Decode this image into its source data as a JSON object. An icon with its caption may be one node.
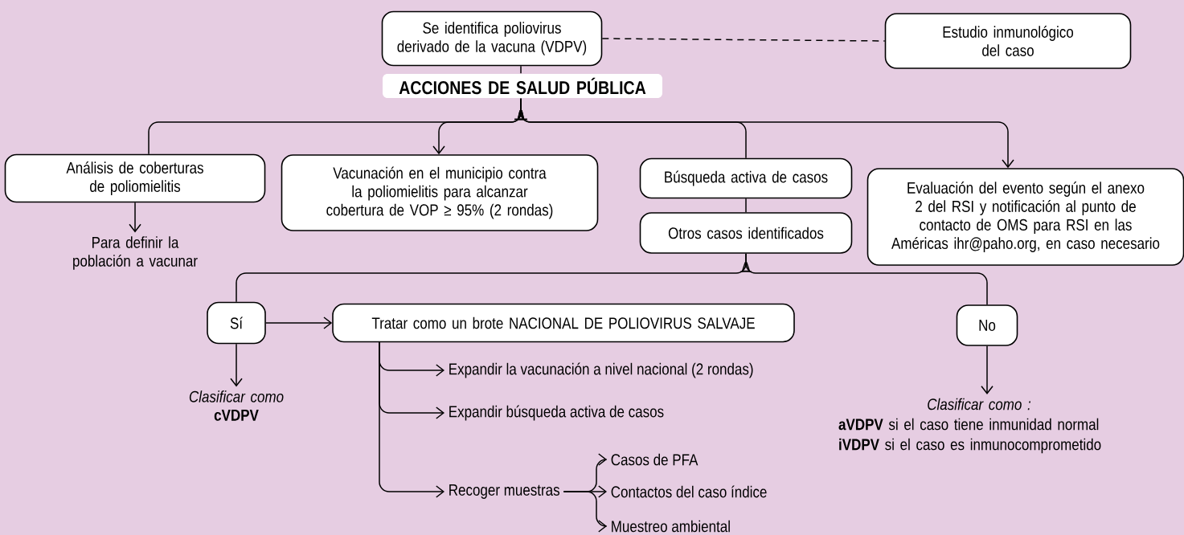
{
  "diagram": {
    "nodes": [
      {
        "text": [
          "Se identifica poliovirus derivado de la vacuna (VDPV)"
        ]
      },
      {
        "text": [
          "Estudio inmunológico del caso"
        ]
      },
      {
        "text": [
          "ACCIONES DE SALUD PÚBLICA"
        ]
      },
      {
        "text": [
          "Análisis de coberturas de poliomielitis"
        ]
      },
      {
        "text": [
          "Para definir la población a vacunar"
        ]
      },
      {
        "text": [
          "Vacunación en el municipio contra la poliomielitis para alcanzar cobertura de VOP ≥ 95% (2 rondas)"
        ]
      },
      {
        "text": [
          "Búsqueda activa de casos"
        ]
      },
      {
        "text": [
          "Otros casos identificados"
        ]
      },
      {
        "text": [
          "Evaluación del evento según el anexo 2 del RSI y notificación al punto de contacto de OMS para RSI en las Américas ihr@paho.org, en caso necesario"
        ]
      },
      {
        "text": [
          "Sí"
        ]
      },
      {
        "text": [
          "Tratar como un brote NACIONAL DE POLIOVIRUS SALVAJE"
        ]
      },
      {
        "text": [
          "No"
        ]
      },
      {
        "text": [
          "Clasificar como",
          "cVDPV"
        ]
      },
      {
        "text": [
          "Expandir la vacunación a nivel nacional (2 rondas)"
        ]
      },
      {
        "text": [
          "Expandir búsqueda activa de casos"
        ]
      },
      {
        "text": [
          "Recoger muestras"
        ]
      },
      {
        "text": [
          "Casos de PFA"
        ]
      },
      {
        "text": [
          "Contactos del caso índice"
        ]
      },
      {
        "text": [
          "Muestreo ambiental"
        ]
      },
      {
        "text": [
          "Clasificar como :",
          "**aVDPV** si el caso tiene inmunidad normal",
          "**iVDPV** si el caso es inmunocomprometido"
        ]
      }
    ],
    "edges": [
      {
        "from": 0,
        "to": 1,
        "arrow": "none",
        "style": "dashed"
      },
      {
        "from": 0,
        "to": 2,
        "arrow": "none"
      },
      {
        "from": 2,
        "to": 3,
        "arrow": "none"
      },
      {
        "from": 2,
        "to": 5,
        "arrow": "to"
      },
      {
        "from": 2,
        "to": 6,
        "arrow": "none"
      },
      {
        "from": 2,
        "to": 8,
        "arrow": "to"
      },
      {
        "from": 6,
        "to": 7,
        "arrow": "none"
      },
      {
        "from": 7,
        "to": 9,
        "arrow": "none"
      },
      {
        "from": 7,
        "to": 11,
        "arrow": "none"
      },
      {
        "from": 9,
        "to": 10,
        "arrow": "to"
      },
      {
        "from": 9,
        "to": 12,
        "arrow": "to"
      },
      {
        "from": 11,
        "to": 19,
        "arrow": "to"
      },
      {
        "from": 3,
        "to": 4,
        "arrow": "to"
      },
      {
        "from": 10,
        "to": 13,
        "arrow": "to"
      },
      {
        "from": 10,
        "to": 14,
        "arrow": "to"
      },
      {
        "from": 10,
        "to": 15,
        "arrow": "to"
      },
      {
        "from": 15,
        "to": 16,
        "arrow": "to"
      },
      {
        "from": 15,
        "to": 17,
        "arrow": "to"
      },
      {
        "from": 15,
        "to": 18,
        "arrow": "to"
      }
    ]
  }
}
